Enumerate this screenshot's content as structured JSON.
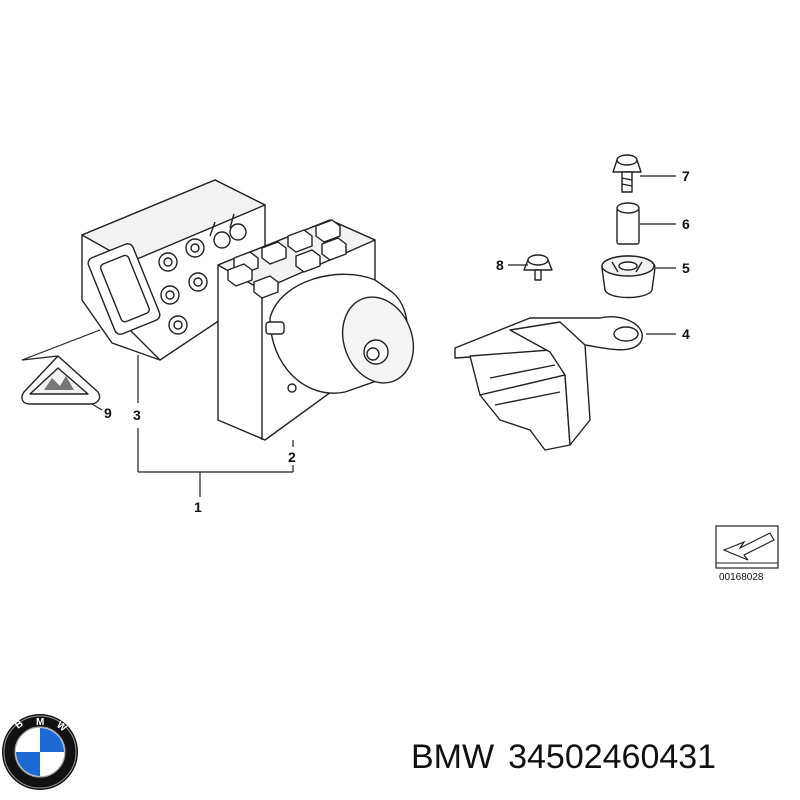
{
  "callouts": [
    "1",
    "2",
    "3",
    "4",
    "5",
    "6",
    "7",
    "8",
    "9"
  ],
  "reference": "00168028",
  "logo": {
    "letters": "BMW",
    "colors": {
      "blue": "#1c69d4",
      "ring": "#111111",
      "white": "#ffffff"
    }
  },
  "caption": {
    "brand": "BMW",
    "part_number": "34502460431"
  },
  "colors": {
    "line": "#222222",
    "fill": "#ffffff",
    "shade": "#e6e6e6"
  }
}
